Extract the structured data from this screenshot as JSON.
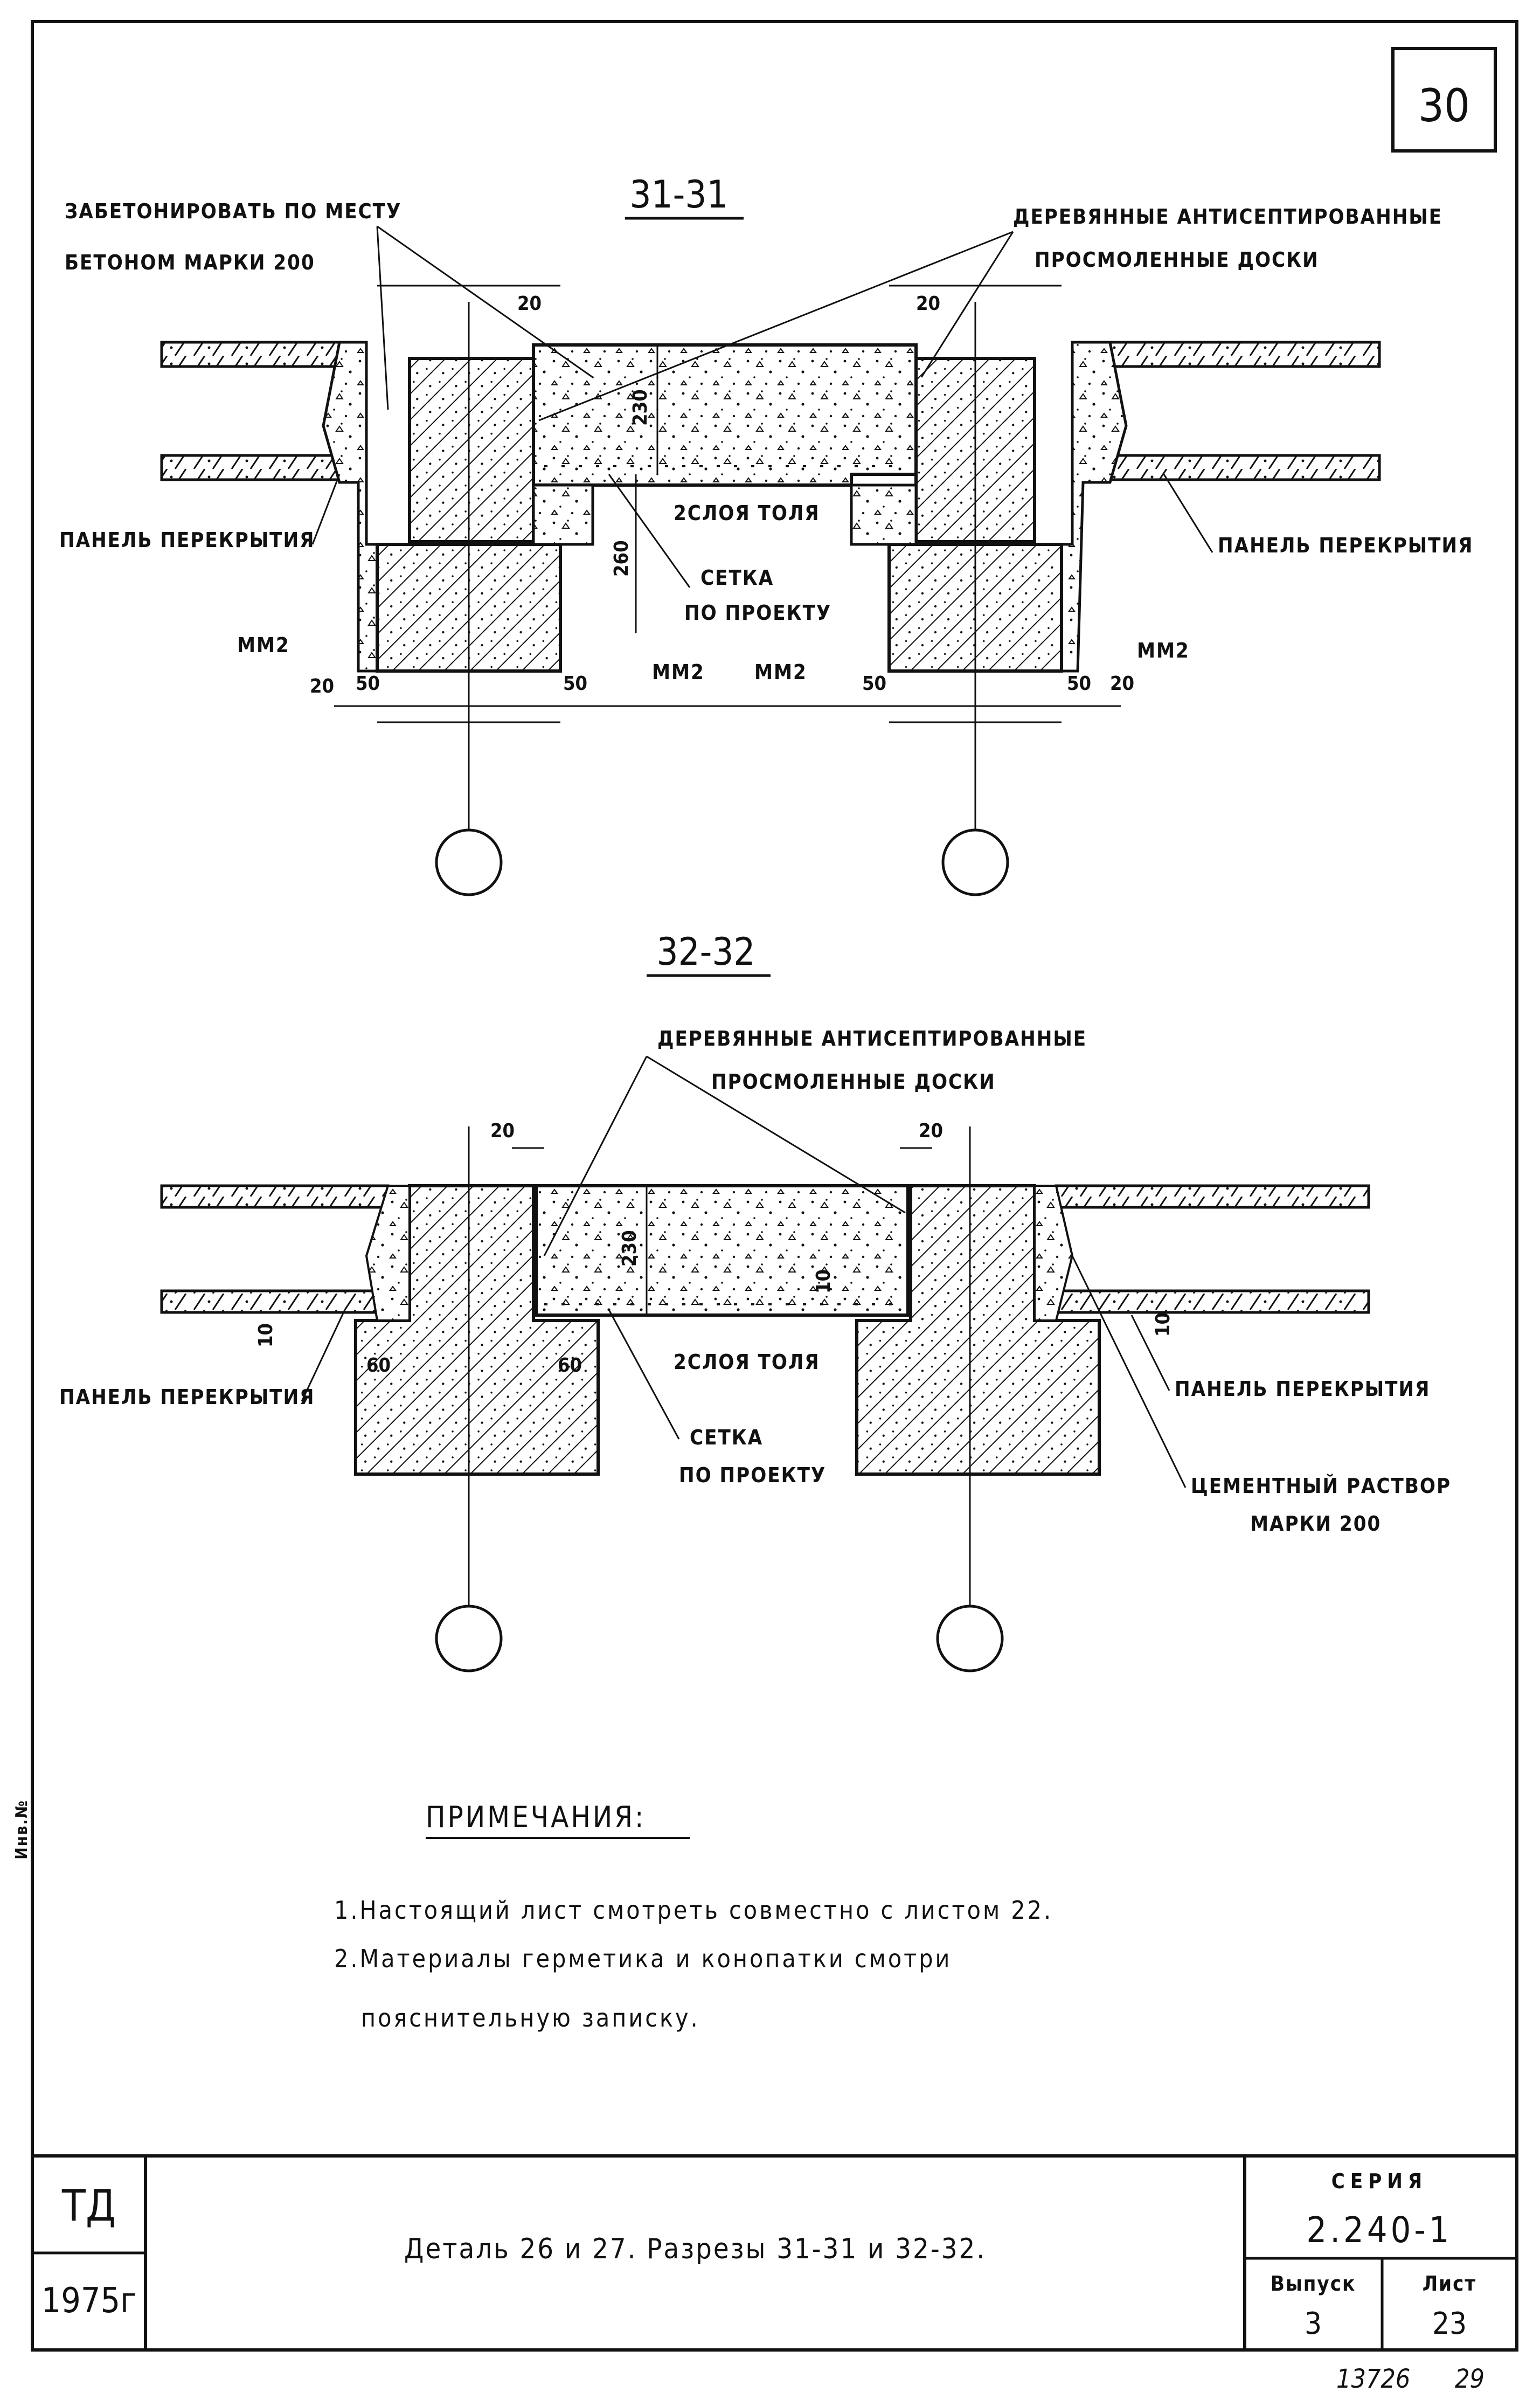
{
  "sheet_number": "30",
  "section_31": {
    "title": "31-31",
    "label_concrete_1": "ЗАБЕТОНИРОВАТЬ ПО МЕСТУ",
    "label_concrete_2": "БЕТОНОМ МАРКИ 200",
    "label_boards_1": "ДЕРЕВЯННЫЕ АНТИСЕПТИРОВАННЫЕ",
    "label_boards_2": "ПРОСМОЛЕННЫЕ ДОСКИ",
    "label_panel_left": "ПАНЕЛЬ ПЕРЕКРЫТИЯ",
    "label_panel_right": "ПАНЕЛЬ ПЕРЕКРЫТИЯ",
    "label_tol": "2СЛОЯ ТОЛЯ",
    "label_mesh_1": "СЕТКА",
    "label_mesh_2": "ПО ПРОЕКТУ",
    "dim_20_left": "20",
    "dim_20_right": "20",
    "dim_230": "230",
    "dim_260": "260",
    "mm2_1": "ММ2",
    "mm2_2": "ММ2",
    "mm2_3": "ММ2",
    "mm2_4": "ММ2",
    "dim_b20_1": "20",
    "dim_b50_1": "50",
    "dim_b50_2": "50",
    "dim_b50_3": "50",
    "dim_b50_4": "50",
    "dim_b20_2": "20"
  },
  "section_32": {
    "title": "32-32",
    "label_boards_1": "ДЕРЕВЯННЫЕ АНТИСЕПТИРОВАННЫЕ",
    "label_boards_2": "ПРОСМОЛЕННЫЕ ДОСКИ",
    "dim_20_left": "20",
    "dim_20_right": "20",
    "dim_230": "230",
    "dim_10_mid": "10",
    "dim_10_left": "10",
    "dim_10_right": "10",
    "dim_60_left": "60",
    "dim_60_right": "60",
    "label_panel_left": "ПАНЕЛЬ ПЕРЕКРЫТИЯ",
    "label_panel_right": "ПАНЕЛЬ ПЕРЕКРЫТИЯ",
    "label_tol": "2СЛОЯ ТОЛЯ",
    "label_mesh_1": "СЕТКА",
    "label_mesh_2": "ПО ПРОЕКТУ",
    "label_mortar_1": "ЦЕМЕНТНЫЙ РАСТВОР",
    "label_mortar_2": "МАРКИ 200"
  },
  "notes": {
    "heading": "ПРИМЕЧАНИЯ:",
    "line1": "1.Настоящий лист смотреть совместно с листом 22.",
    "line2": "2.Материалы герметика и конопатки смотри",
    "line3": "пояснительную записку."
  },
  "title_block": {
    "org": "ТД",
    "year": "1975г",
    "title": "Деталь 26 и 27. Разрезы 31-31 и 32-32.",
    "series_label": "СЕРИЯ",
    "series_value": "2.240-1",
    "issue_label": "Выпуск",
    "issue_value": "3",
    "sheet_label": "Лист",
    "sheet_value": "23"
  },
  "footer": {
    "inventory": "13726",
    "page": "29"
  },
  "side_stamp": "Инв.№"
}
